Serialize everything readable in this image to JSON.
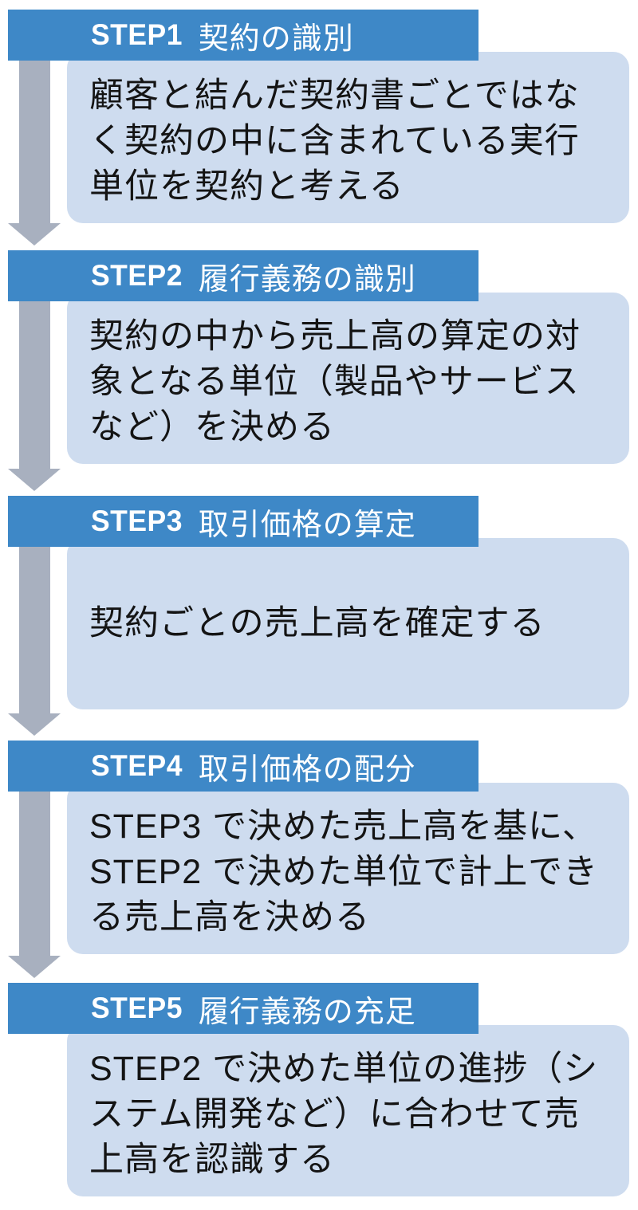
{
  "diagram": {
    "kind": "vertical-step-flow",
    "connector": "down-arrow",
    "colors": {
      "header_bg": "#3E88C7",
      "header_text": "#FFFFFF",
      "body_bg": "#CEDCEF",
      "body_text": "#141414",
      "arrow": "#A8B0BF",
      "background": "#FFFFFF"
    },
    "steps": [
      {
        "number": "STEP1",
        "title": "契約の識別",
        "body": {
          "text": "顧客と結んだ契約書ごとではなく契約の中に含まれている実行単位を契約と考える",
          "lines": [
            "顧客と結んだ契約書ごとではな",
            "く契約の中に含まれている実行",
            "単位を契約と考える"
          ]
        }
      },
      {
        "number": "STEP2",
        "title": "履行義務の識別",
        "body": {
          "text": "契約の中から売上高の算定の対象となる単位（製品やサービスなど）を決める",
          "lines": [
            "契約の中から売上高の算定の対",
            "象となる単位（製品やサービス",
            "など）を決める"
          ]
        }
      },
      {
        "number": "STEP3",
        "title": "取引価格の算定",
        "body": {
          "text": "契約ごとの売上高を確定する",
          "lines": [
            "契約ごとの売上高を確定する"
          ]
        }
      },
      {
        "number": "STEP4",
        "title": "取引価格の配分",
        "body": {
          "text": "STEP3 で決めた売上高を基に、STEP2 で決めた単位で計上できる売上高を決める",
          "lines": [
            "STEP3 で決めた売上高を基に、",
            "STEP2 で決めた単位で計上でき",
            "る売上高を決める"
          ]
        }
      },
      {
        "number": "STEP5",
        "title": "履行義務の充足",
        "body": {
          "text": "STEP2 で決めた単位の進捗（システム開発など）に合わせて売上高を認識する",
          "lines": [
            "STEP2 で決めた単位の進捗（シ",
            "ステム開発など）に合わせて売",
            "上高を認識する"
          ]
        }
      }
    ]
  }
}
